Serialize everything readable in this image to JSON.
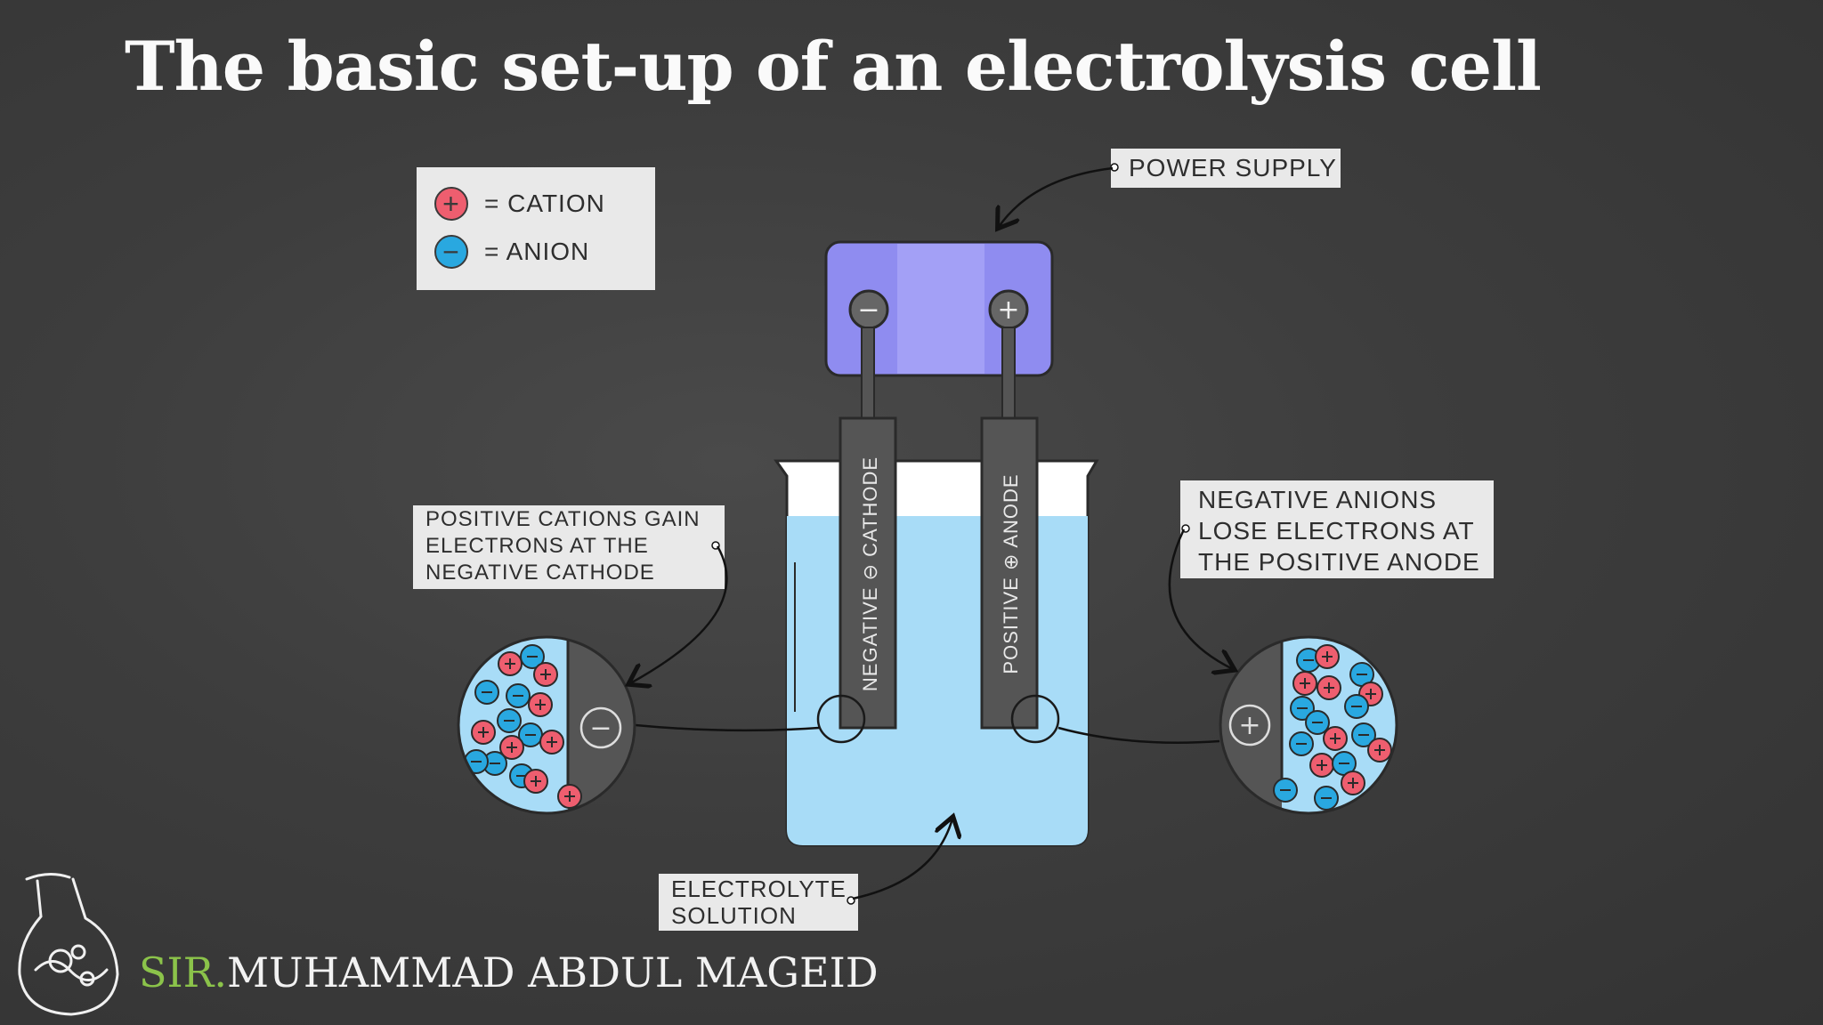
{
  "title": "The basic set-up of an electrolysis cell",
  "legend": {
    "cation_symbol": "+",
    "cation_label": "= CATION",
    "anion_symbol": "−",
    "anion_label": "= ANION"
  },
  "power_supply": {
    "label": "POWER  SUPPLY",
    "negative_terminal": "−",
    "positive_terminal": "+"
  },
  "electrodes": {
    "cathode_text": "NEGATIVE ⊖ CATHODE",
    "anode_text": "POSITIVE ⊕ ANODE"
  },
  "callouts": {
    "cathode_lines": [
      "POSITIVE  CATIONS  GAIN",
      "ELECTRONS  AT  THE",
      "NEGATIVE  CATHODE"
    ],
    "anode_lines": [
      "NEGATIVE  ANIONS",
      "LOSE  ELECTRONS  AT",
      "THE  POSITIVE  ANODE"
    ],
    "electrolyte_lines": [
      "ELECTROLYTE",
      "SOLUTION"
    ]
  },
  "zoom": {
    "cathode_sign": "−",
    "anode_sign": "+"
  },
  "author": {
    "prefix": "SIR.",
    "name": "MUHAMMAD ABDUL MAGEID"
  },
  "colors": {
    "background": "#3d3d3d",
    "battery": "#8f8cf0",
    "solution": "#a8dcf7",
    "electrode": "#555555",
    "cation": "#ee5e6f",
    "anion": "#29a8e0",
    "label_bg": "#e9e9e9",
    "author_prefix": "#8bc34a"
  }
}
